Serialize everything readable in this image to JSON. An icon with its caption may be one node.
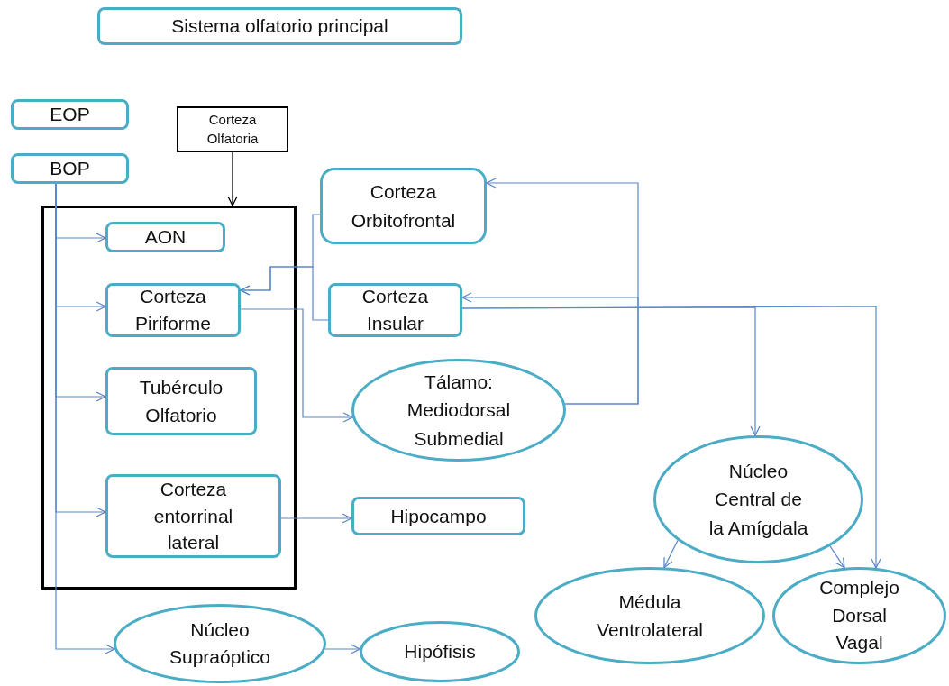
{
  "diagram": {
    "nodes": [
      {
        "text": [
          "Sistema olfatorio principal"
        ]
      },
      {
        "text": [
          "EOP"
        ]
      },
      {
        "text": [
          "BOP"
        ]
      },
      {
        "text": [
          "Corteza Olfatoria"
        ]
      },
      {
        "text": [],
        "shape": "box"
      },
      {
        "text": [
          "AON"
        ],
        "in": 4
      },
      {
        "text": [
          "Corteza Piriforme"
        ],
        "in": 4
      },
      {
        "text": [
          "Tubérculo Olfatorio"
        ],
        "in": 4
      },
      {
        "text": [
          "Corteza entorrinal lateral"
        ],
        "in": 4
      },
      {
        "text": [
          "Corteza Orbitofrontal"
        ]
      },
      {
        "text": [
          "Corteza Insular"
        ]
      },
      {
        "text": [
          "Tálamo: Mediodorsal Submedial"
        ]
      },
      {
        "text": [
          "Hipocampo"
        ]
      },
      {
        "text": [
          "Núcleo Supraóptico"
        ]
      },
      {
        "text": [
          "Hipófisis"
        ]
      },
      {
        "text": [
          "Núcleo Central de la Amígdala"
        ]
      },
      {
        "text": [
          "Médula Ventrolateral"
        ]
      },
      {
        "text": [
          "Complejo Dorsal Vagal"
        ]
      }
    ],
    "edges": [
      {
        "from": 3,
        "to": 4,
        "arrow": "to",
        "color": "#000000"
      },
      {
        "from": 2,
        "to": 5,
        "arrow": "to"
      },
      {
        "from": 2,
        "to": 6,
        "arrow": "to"
      },
      {
        "from": 2,
        "to": 7,
        "arrow": "to"
      },
      {
        "from": 2,
        "to": 8,
        "arrow": "to"
      },
      {
        "from": 2,
        "to": 13,
        "arrow": "to"
      },
      {
        "from": 9,
        "to": 6,
        "arrow": "to"
      },
      {
        "from": 10,
        "to": 6,
        "arrow": "to"
      },
      {
        "from": 6,
        "to": 11,
        "arrow": "to"
      },
      {
        "from": 11,
        "to": 9,
        "arrow": "to"
      },
      {
        "from": 11,
        "to": 10,
        "arrow": "to"
      },
      {
        "from": 10,
        "to": 15,
        "arrow": "to"
      },
      {
        "from": 10,
        "to": 17,
        "arrow": "to"
      },
      {
        "from": 15,
        "to": 16,
        "arrow": "to"
      },
      {
        "from": 15,
        "to": 17,
        "arrow": "to"
      },
      {
        "from": 8,
        "to": 12,
        "arrow": "to"
      },
      {
        "from": 13,
        "to": 14,
        "arrow": "to"
      }
    ]
  }
}
